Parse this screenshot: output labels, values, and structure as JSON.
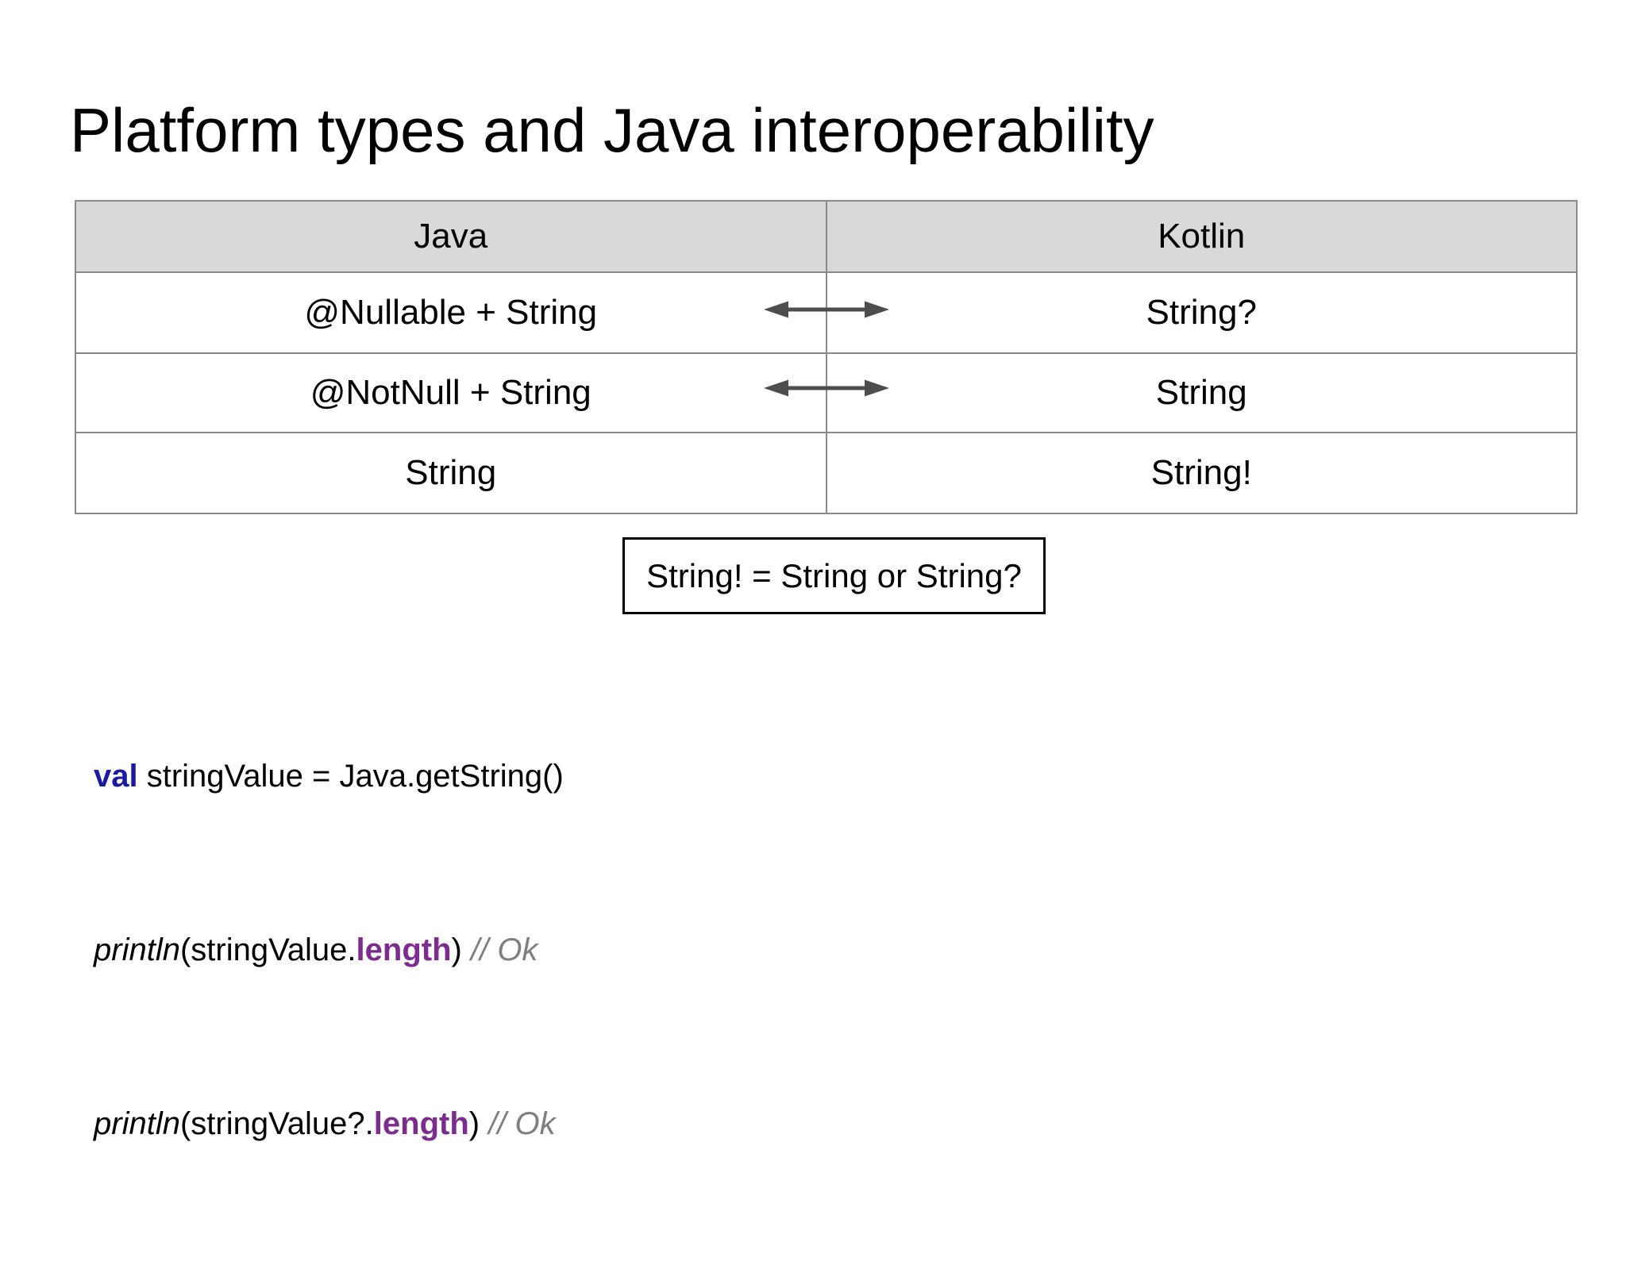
{
  "slide": {
    "title": "Platform types and Java interoperability"
  },
  "table": {
    "headers": [
      "Java",
      "Kotlin"
    ],
    "rows": [
      {
        "java": "@Nullable + String",
        "kotlin": "String?",
        "arrow": true
      },
      {
        "java": "@NotNull + String",
        "kotlin": "String",
        "arrow": true
      },
      {
        "java": "String",
        "kotlin": "String!",
        "arrow": false
      }
    ]
  },
  "callout": {
    "text": "String! = String or String?"
  },
  "code": {
    "line1": {
      "keyword": "val",
      "rest": " stringValue = Java.getString()"
    },
    "line2": {
      "fn": "println",
      "open": "(stringValue.",
      "prop": "length",
      "close": ")",
      "comment": " // Ok"
    },
    "line3": {
      "fn": "println",
      "open": "(stringValue?.",
      "prop": "length",
      "close": ")",
      "comment": " // Ok"
    }
  },
  "icons": {
    "arrow": "bidirectional-arrow-icon"
  },
  "colors": {
    "background": "#ffffff",
    "title_text": "#000000",
    "table_header_bg": "#d9d9d9",
    "table_border": "#8a8a8a",
    "arrow_gray": "#4d4d4d",
    "callout_border": "#000000",
    "keyword_blue": "#1b1b9f",
    "property_purple": "#7b2c8e",
    "comment_gray": "#7f7f7f"
  }
}
